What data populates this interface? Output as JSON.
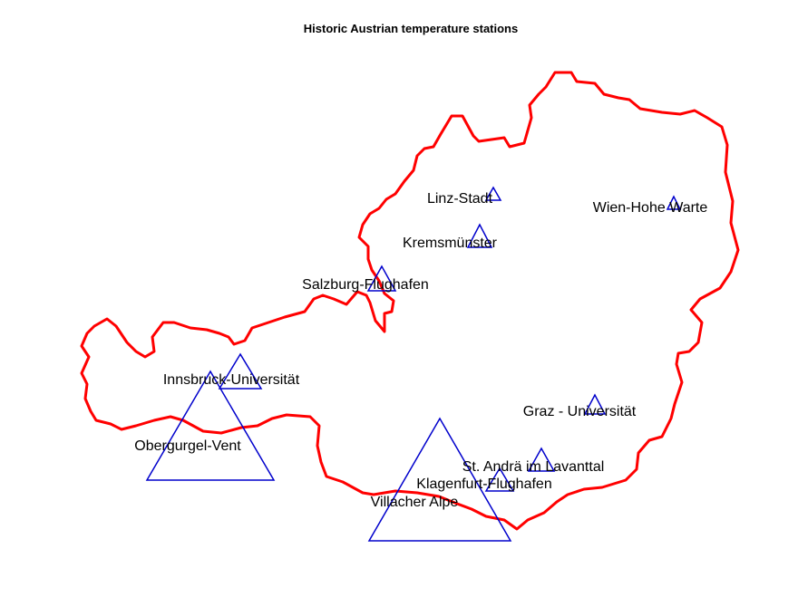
{
  "map": {
    "title": "Historic Austrian temperature stations",
    "border_color": "#ff0000",
    "marker_color": "#0000cc",
    "marker_shape": "triangle-outline"
  },
  "stations": [
    {
      "name": "Linz-Stadt"
    },
    {
      "name": "Wien-Hohe Warte"
    },
    {
      "name": "Kremsmünster"
    },
    {
      "name": "Salzburg-Flughafen"
    },
    {
      "name": "Innsbruck-Universität"
    },
    {
      "name": "Obergurgel-Vent"
    },
    {
      "name": "Graz - Universität"
    },
    {
      "name": "St. Andrä im Lavanttal"
    },
    {
      "name": "Klagenfurt-Flughafen"
    },
    {
      "name": "Villacher Alpe"
    }
  ]
}
